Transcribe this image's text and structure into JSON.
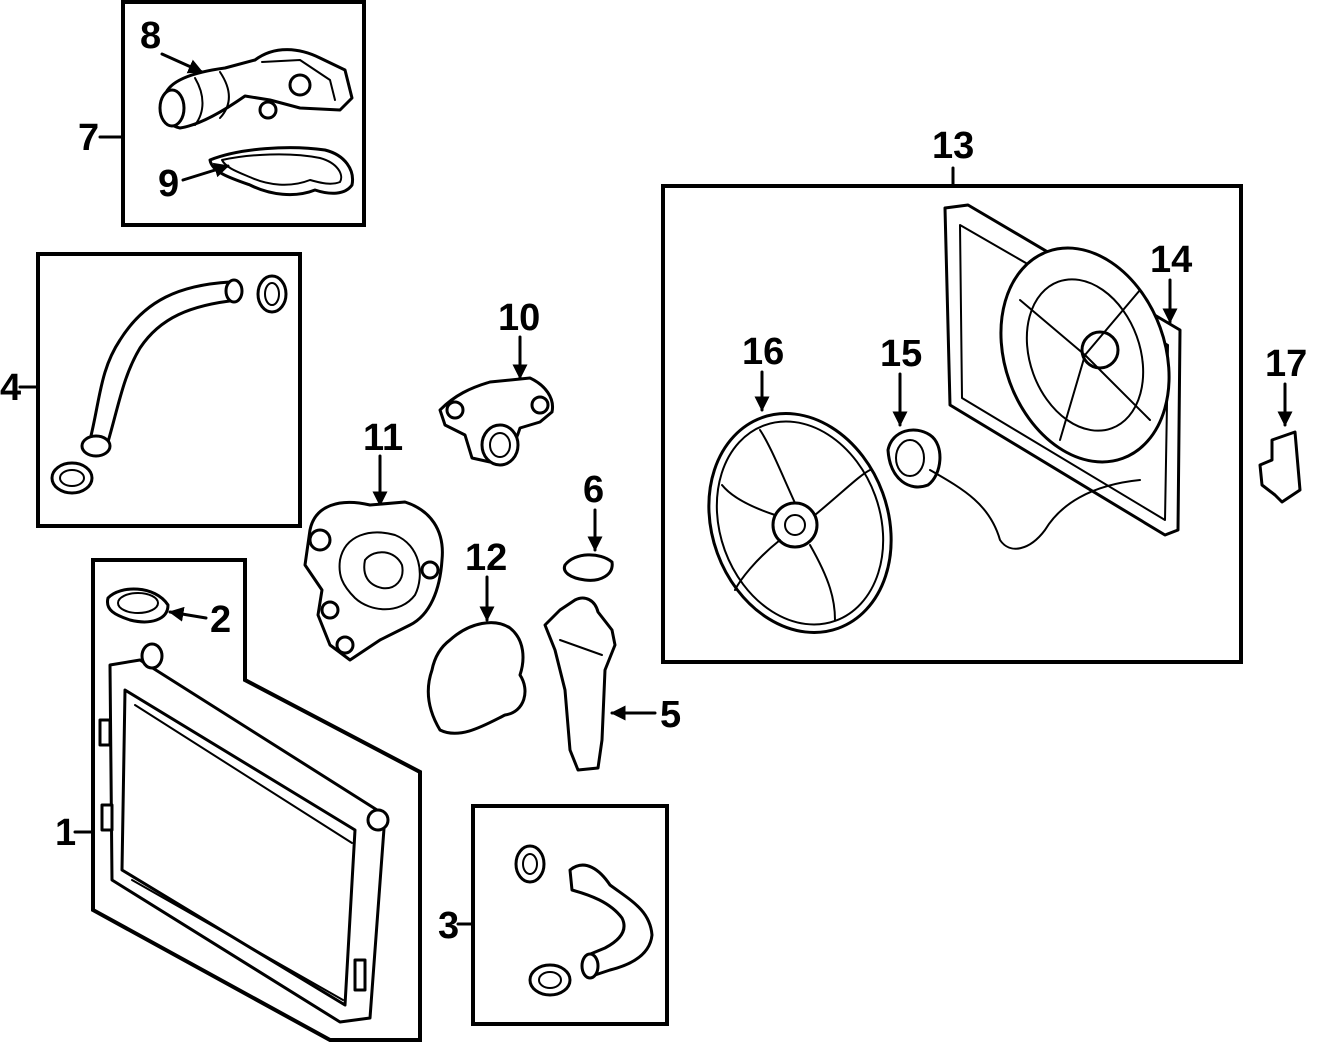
{
  "callouts": [
    "1",
    "2",
    "3",
    "4",
    "5",
    "6",
    "7",
    "8",
    "9",
    "10",
    "11",
    "12",
    "13",
    "14",
    "15",
    "16",
    "17"
  ],
  "colors": {
    "ink": "#000000",
    "background": "#ffffff"
  },
  "parts": {
    "radiator": "1",
    "radiator-cap": "2",
    "lower-hose": "3",
    "upper-hose": "4",
    "reservoir": "5",
    "reservoir-cap": "6",
    "thermostat-housing-assembly": "7",
    "water-outlet": "8",
    "gasket": "9",
    "thermostat": "10",
    "water-pump": "11",
    "pump-gasket": "12",
    "fan-assembly": "13",
    "shroud": "14",
    "fan-motor": "15",
    "fan-blade": "16",
    "resistor": "17"
  }
}
